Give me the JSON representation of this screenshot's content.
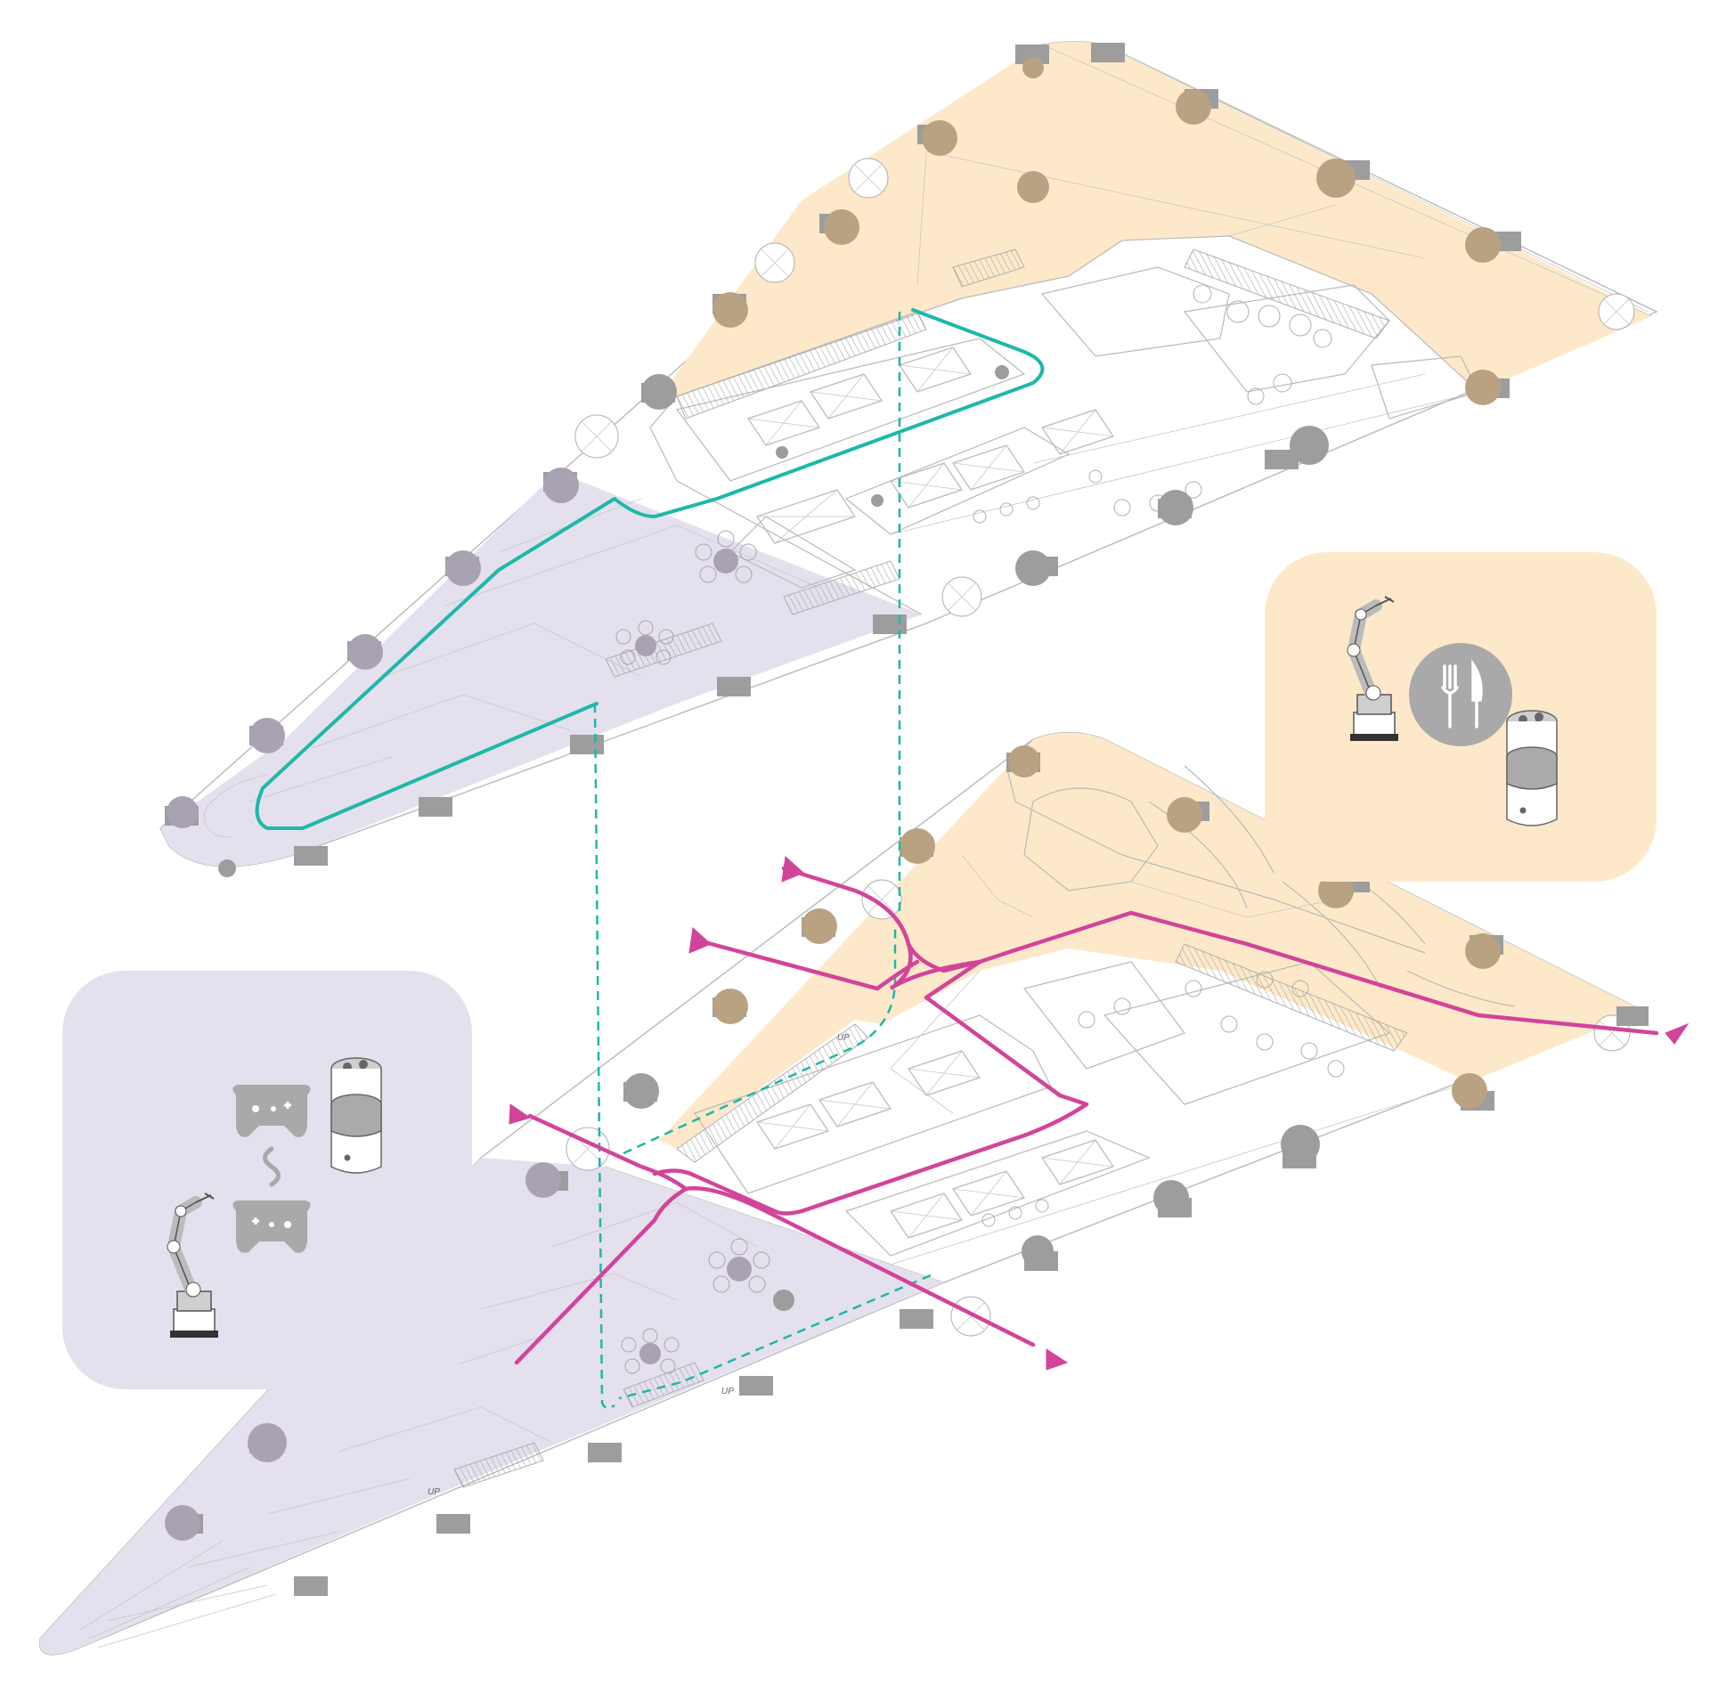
{
  "colors": {
    "dining_zone": "#fde9c9",
    "game_zone": "#e5e0ee",
    "robot_path": "#1db8a8",
    "visitor_path": "#d2449a",
    "column": "#9d9d9d",
    "plan_line": "#b9b9b9",
    "icon_gray": "#a9a9a9"
  },
  "upper_floor": {
    "stair_labels": []
  },
  "lower_floor": {
    "stair_labels": [
      "UP",
      "UP",
      "UP"
    ]
  },
  "legend_dining": {
    "icons": [
      "robot-arm-icon",
      "fork-knife-icon",
      "service-robot-icon"
    ]
  },
  "legend_game": {
    "icons": [
      "service-robot-icon",
      "gamepad-icon",
      "gamepad-icon",
      "robot-arm-icon"
    ]
  }
}
